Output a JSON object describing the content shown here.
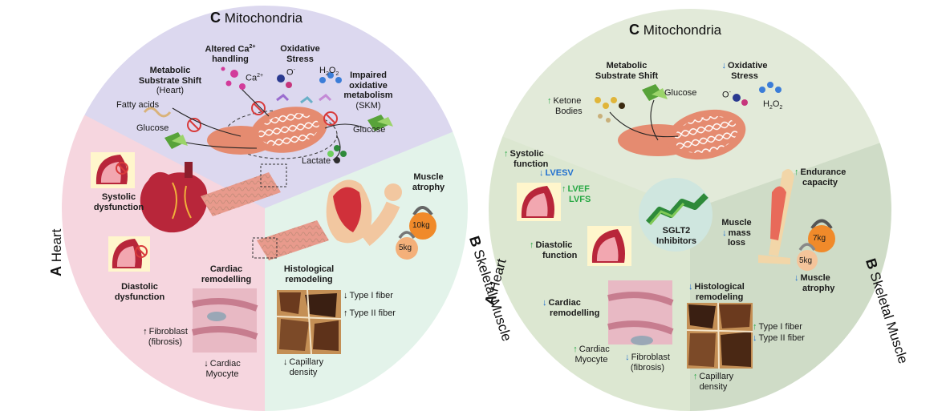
{
  "left_diagram": {
    "sections": {
      "mitochondria": {
        "letter": "C",
        "title": "Mitochondria"
      },
      "heart": {
        "letter": "A",
        "title": "Heart"
      },
      "skeletal_muscle": {
        "letter": "B",
        "title": "Skeletal Muscle"
      }
    },
    "labels": {
      "altered_ca_1": "Altered Ca",
      "altered_ca_sup": "2+",
      "altered_ca_2": "handling",
      "ca_ion": "Ca",
      "ca_ion_sup": "2+",
      "oxidative_stress_1": "Oxidative",
      "oxidative_stress_2": "Stress",
      "o_minus": "O",
      "o_minus_sup": "-",
      "h2o2": "H",
      "h2o2_sub1": "2",
      "h2o2_o": "O",
      "h2o2_sub2": "2",
      "metabolic_1": "Metabolic",
      "metabolic_2": "Substrate Shift",
      "metabolic_3": "(Heart)",
      "impaired_1": "Impaired",
      "impaired_2": "oxidative",
      "impaired_3": "metabolism",
      "impaired_4": "(SKM)",
      "fatty_acids": "Fatty acids",
      "glucose_left": "Glucose",
      "glucose_right": "Glucose",
      "lactate": "Lactate",
      "systolic_1": "Systolic",
      "systolic_2": "dysfunction",
      "diastolic_1": "Diastolic",
      "diastolic_2": "dysfunction",
      "cardiac_remodelling_1": "Cardiac",
      "cardiac_remodelling_2": "remodelling",
      "fibroblast_1": "Fibroblast",
      "fibroblast_2": "(fibrosis)",
      "cardiac_myocyte_1": "Cardiac",
      "cardiac_myocyte_2": "Myocyte",
      "histological_1": "Histological",
      "histological_2": "remodeling",
      "type1": "Type I fiber",
      "type2": "Type II fiber",
      "capillary_1": "Capillary",
      "capillary_2": "density",
      "muscle_atrophy_1": "Muscle",
      "muscle_atrophy_2": "atrophy",
      "kettlebell_10": "10kg",
      "kettlebell_5": "5kg"
    }
  },
  "right_diagram": {
    "sections": {
      "mitochondria": {
        "letter": "C",
        "title": "Mitochondria"
      },
      "heart": {
        "letter": "A",
        "title": "Heart"
      },
      "skeletal_muscle": {
        "letter": "B",
        "title": "Skeletal Muscle"
      }
    },
    "labels": {
      "metabolic_1": "Metabolic",
      "metabolic_2": "Substrate Shift",
      "oxidative_1": "Oxidative",
      "oxidative_2": "Stress",
      "ketone_1": "Ketone",
      "ketone_2": "Bodies",
      "glucose": "Glucose",
      "o_minus": "O",
      "o_minus_sup": "-",
      "h2o2": "H",
      "h2o2_sub1": "2",
      "h2o2_o": "O",
      "h2o2_sub2": "2",
      "systolic_1": "Systolic",
      "systolic_2": "function",
      "lvesv": "LVESV",
      "lvef": "LVEF",
      "lvfs": "LVFS",
      "diastolic_1": "Diastolic",
      "diastolic_2": "function",
      "sglt2_1": "SGLT2",
      "sglt2_2": "Inhibitors",
      "endurance_1": "Endurance",
      "endurance_2": "capacity",
      "muscle_mass_1": "Muscle",
      "muscle_mass_2": "mass",
      "muscle_mass_3": "loss",
      "kettlebell_7": "7kg",
      "kettlebell_5": "5kg",
      "muscle_atrophy_1": "Muscle",
      "muscle_atrophy_2": "atrophy",
      "cardiac_remodelling_1": "Cardiac",
      "cardiac_remodelling_2": "remodelling",
      "cardiac_myocyte_1": "Cardiac",
      "cardiac_myocyte_2": "Myocyte",
      "fibroblast_1": "Fibroblast",
      "fibroblast_2": "(fibrosis)",
      "histological_1": "Histological",
      "histological_2": "remodeling",
      "type1": "Type I fiber",
      "type2": "Type II fiber",
      "capillary_1": "Capillary",
      "capillary_2": "density"
    }
  },
  "colors": {
    "left_mito_sector": "#dcd8ef",
    "left_heart_sector": "#f6d6df",
    "left_muscle_sector": "#e3f3ea",
    "right_mito_sector": "#e2ead9",
    "right_heart_sector": "#dce7d1",
    "right_muscle_sector": "#cfdcc7",
    "arrow_up_green": "#27a844",
    "arrow_down_blue": "#1f6fd0",
    "heart_red": "#b8263a",
    "mito_orange": "#e58b70",
    "inhibit_red": "#d83a3a"
  }
}
